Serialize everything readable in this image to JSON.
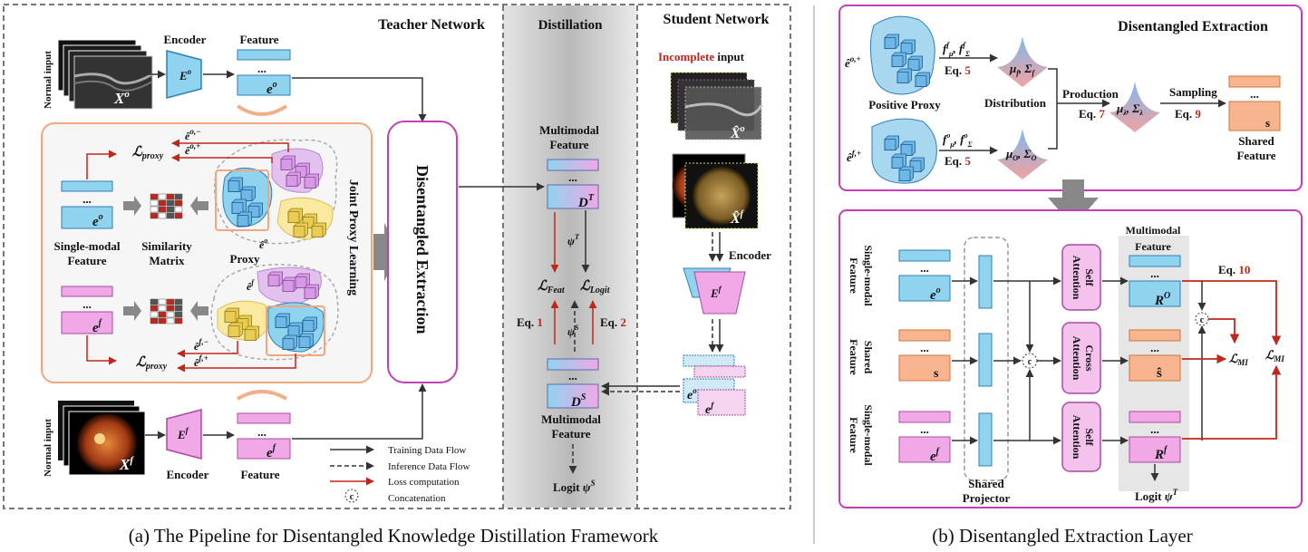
{
  "teacher": {
    "title": "Teacher Network",
    "normal_input_top": "Normal input",
    "normal_input_bottom": "Normal input",
    "input_top": "X",
    "input_top_sup": "o",
    "input_bottom": "X",
    "input_bottom_sup": "f",
    "encoder_top_label": "Encoder",
    "encoder_bottom_label": "Encoder",
    "encoder_top": "E",
    "encoder_top_sup": "o",
    "encoder_bottom": "E",
    "encoder_bottom_sup": "f",
    "feature_top_label": "Feature",
    "feature_bottom_label": "Feature",
    "feat_top": "e",
    "feat_top_sup": "o",
    "feat_bottom": "e",
    "feat_bottom_sup": "f",
    "ellipsis": "...",
    "jpl": {
      "title": "Joint Proxy Learning",
      "l_proxy": "proxy",
      "eo_neg": "ê",
      "eo_neg_sup": "o,−",
      "eo_pos": "ê",
      "eo_pos_sup": "o,+",
      "ef_neg": "ê",
      "ef_neg_sup": "f,−",
      "ef_pos": "ê",
      "ef_pos_sup": "f,+",
      "eo_hat": "ê",
      "eo_hat_sup": "o",
      "ef_hat": "ê",
      "ef_hat_sup": "f",
      "single_modal_1": "Single-modal",
      "single_modal_2": "Feature",
      "similarity_1": "Similarity",
      "similarity_2": "Matrix",
      "proxy": "Proxy",
      "e": "e",
      "sup_o": "o",
      "sup_f": "f"
    },
    "disentangled": "Disentangled Extraction"
  },
  "distillation": {
    "title": "Distillation",
    "mm_feature_1": "Multimodal",
    "mm_feature_2": "Feature",
    "dt": "D",
    "dt_sup": "T",
    "ds": "D",
    "ds_sup": "S",
    "psi_t": "ψ",
    "psi_t_sup": "T",
    "psi_s": "ψ",
    "psi_s_sup": "S",
    "l_feat": "Feat",
    "l_logit": "Logit",
    "eq1_prefix": "Eq. ",
    "eq1_num": "1",
    "eq2_prefix": "Eq. ",
    "eq2_num": "2",
    "mm_feature_b1": "Multimodal",
    "mm_feature_b2": "Feature",
    "logit": "Logit ",
    "logit_sym": "ψ",
    "logit_sup": "S"
  },
  "student": {
    "title": "Student Network",
    "incomplete": "Incomplete",
    "input": " input",
    "xo": "X̂",
    "xo_sup": "o",
    "xf": "X̂",
    "xf_sup": "f",
    "encoder": "Encoder",
    "ef": "E",
    "ef_sup": "f",
    "e_o": "e",
    "e_o_sup": "o",
    "e_f": "e",
    "e_f_sup": "f"
  },
  "legend": {
    "training": "Training Data Flow",
    "inference": "Inference Data Flow",
    "loss": "Loss computation",
    "concat": "Concatenation",
    "c": "c"
  },
  "captions": {
    "a": "(a) The Pipeline for Disentangled Knowledge Distillation Framework",
    "b": "(b) Disentangled Extraction Layer"
  },
  "panel_b_top": {
    "title": "Disentangled Extraction",
    "e_o_plus": "ê",
    "e_o_plus_sup": "o,+",
    "e_f_plus": "ê",
    "e_f_plus_sup": "f,+",
    "positive_proxy": "Positive Proxy",
    "f_top": "f",
    "f_top_sub1": "μ",
    "f_top_sup1": "f",
    "f_top_sub2": "Σ",
    "f_top_sup2": "f",
    "f_bot_sup1": "o",
    "f_bot_sup2": "o",
    "eq5a_prefix": "Eq. ",
    "eq5a_num": "5",
    "eq5b_prefix": "Eq. ",
    "eq5b_num": "5",
    "mu_f": "μ",
    "mu_f_sub": "f",
    "sigma_f": "Σ",
    "sigma_f_sub": "f",
    "distribution": "Distribution",
    "mu_o": "μ",
    "mu_o_sub": "O",
    "sigma_o": "Σ",
    "sigma_o_sub": "O",
    "production": "Production",
    "eq7_prefix": "Eq. ",
    "eq7_num": "7",
    "mu_lambda": "μ",
    "mu_lambda_sub": "λ",
    "sigma_lambda": "Σ",
    "sigma_lambda_sub": "λ",
    "sampling": "Sampling",
    "eq9_prefix": "Eq. ",
    "eq9_num": "9",
    "s": "s",
    "shared_1": "Shared",
    "shared_2": "Feature",
    "ellipsis": "..."
  },
  "panel_b_bottom": {
    "single_modal_a": "Single-modal",
    "feature_a": "Feature",
    "shared_a": "Shared",
    "feature_b": "Feature",
    "single_modal_c": "Single-modal",
    "feature_c": "Feature",
    "eo": "e",
    "eo_sup": "o",
    "s": "s",
    "ef": "e",
    "ef_sup": "f",
    "self1": "Self",
    "attention1": "Attention",
    "cross": "Cross",
    "attention2": "Attention",
    "self2": "Self",
    "attention3": "Attention",
    "mm_1": "Multimodal",
    "mm_2": "Feature",
    "ro": "R",
    "ro_sup": "O",
    "s_hat": "ŝ",
    "rf": "R",
    "rf_sup": "f",
    "eq10_prefix": "Eq. ",
    "eq10_num": "10",
    "l_mi_1": "MI",
    "l_mi_2": "MI",
    "shared_proj_1": "Shared",
    "shared_proj_2": "Projector",
    "logit": "Logit ",
    "logit_sym": "ψ",
    "logit_sup": "T",
    "ellipsis": "...",
    "c": "c"
  },
  "colors": {
    "blue": "#8fd3ee",
    "pink": "#f0a8e6",
    "orange": "#f7b48f",
    "red": "#c0271c",
    "border_pink": "#c23fb8"
  }
}
